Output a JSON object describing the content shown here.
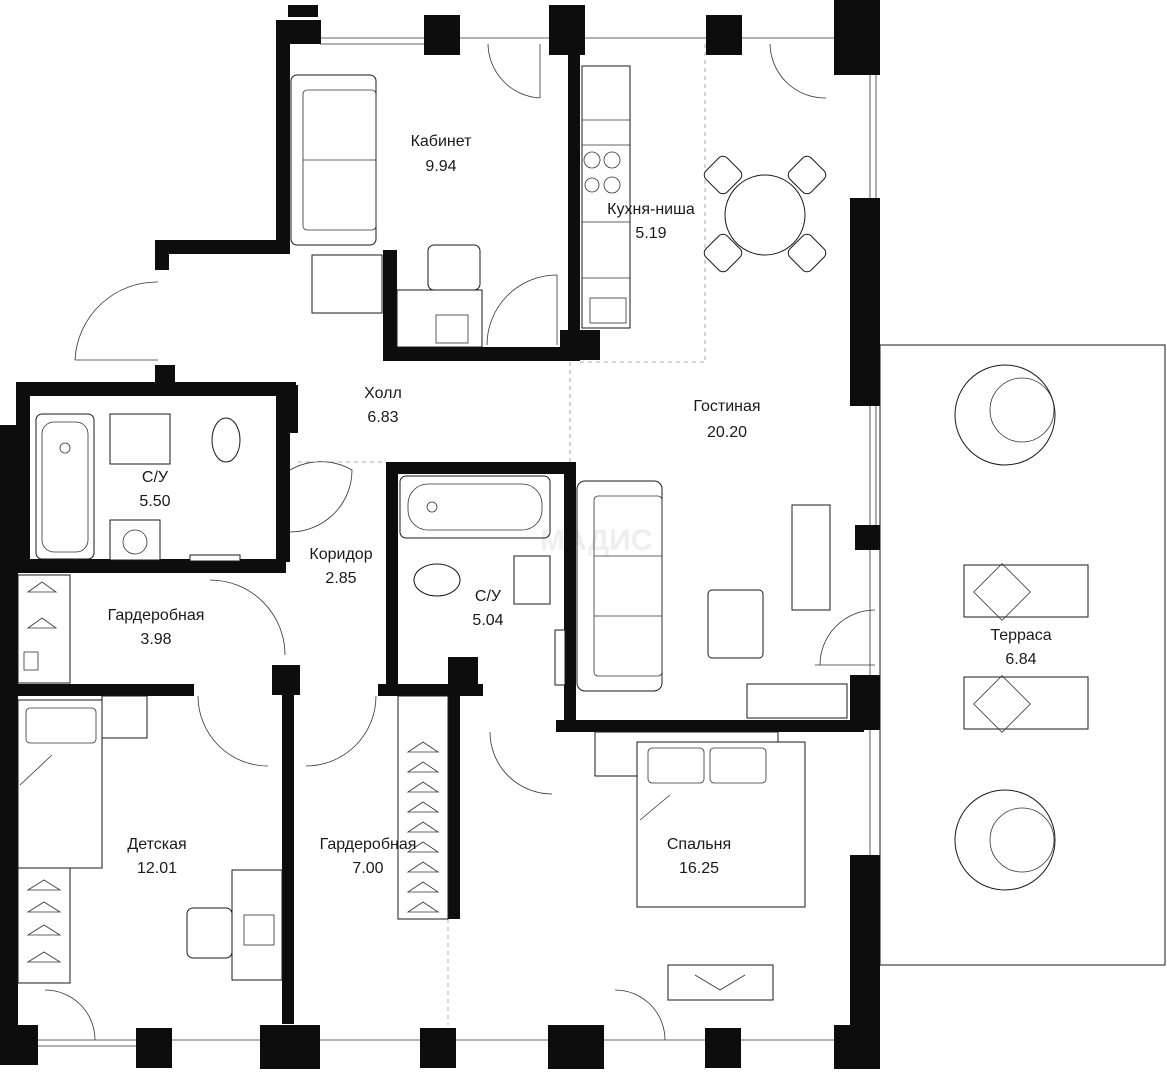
{
  "rooms": {
    "cabinet": {
      "name": "Кабинет",
      "area": "9.94"
    },
    "kitchen": {
      "name": "Кухня-ниша",
      "area": "5.19"
    },
    "hall": {
      "name": "Холл",
      "area": "6.83"
    },
    "living": {
      "name": "Гостиная",
      "area": "20.20"
    },
    "bath1": {
      "name": "С/У",
      "area": "5.50"
    },
    "corridor": {
      "name": "Коридор",
      "area": "2.85"
    },
    "bath2": {
      "name": "С/У",
      "area": "5.04"
    },
    "wardrobe1": {
      "name": "Гардеробная",
      "area": "3.98"
    },
    "terrace": {
      "name": "Терраса",
      "area": "6.84"
    },
    "kids": {
      "name": "Детская",
      "area": "12.01"
    },
    "wardrobe2": {
      "name": "Гардеробная",
      "area": "7.00"
    },
    "bedroom": {
      "name": "Спальня",
      "area": "16.25"
    }
  },
  "watermark": "МАДИС",
  "colors": {
    "wall": "#0d0d0d",
    "line": "#1a1a1a",
    "background": "#ffffff"
  }
}
